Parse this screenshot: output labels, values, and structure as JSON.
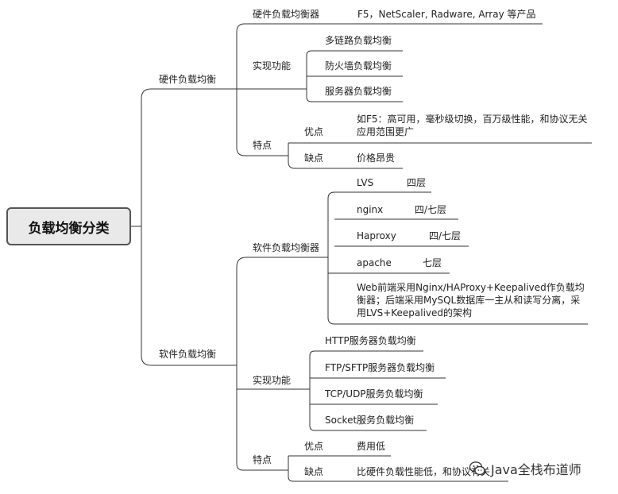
{
  "root": {
    "label": "负载均衡分类"
  },
  "hardware": {
    "label": "硬件负载均衡",
    "device_label": "硬件负载均衡器",
    "device_value": "F5，NetScaler, Radware, Array 等产品",
    "functions_label": "实现功能",
    "functions": [
      "多链路负载均衡",
      "防火墙负载均衡",
      "服务器负载均衡"
    ],
    "features_label": "特点",
    "pros_label": "优点",
    "pros_value": "如F5：高可用，毫秒级切换，百万级性能，和协议无关应用范围更广",
    "cons_label": "缺点",
    "cons_value": "价格昂贵"
  },
  "software": {
    "label": "软件负载均衡",
    "balancer_label": "软件负载均衡器",
    "balancers": [
      {
        "name": "LVS",
        "layer": "四层"
      },
      {
        "name": "nginx",
        "layer": "四/七层"
      },
      {
        "name": "Haproxy",
        "layer": "四/七层"
      },
      {
        "name": "apache",
        "layer": "七层"
      }
    ],
    "architecture_note": "Web前端采用Nginx/HAProxy+Keepalived作负载均衡器；后端采用MySQL数据库一主从和读写分离，采用LVS+Keepalived的架构",
    "functions_label": "实现功能",
    "functions": [
      "HTTP服务器负载均衡",
      "FTP/SFTP服务器负载均衡",
      "TCP/UDP服务负载均衡",
      "Socket服务负载均衡"
    ],
    "features_label": "特点",
    "pros_label": "优点",
    "pros_value": "费用低",
    "cons_label": "缺点",
    "cons_value": "比硬件负载性能低，和协议有关"
  },
  "watermark": {
    "text": "Java全栈布道师",
    "icon": "wechat-icon"
  }
}
